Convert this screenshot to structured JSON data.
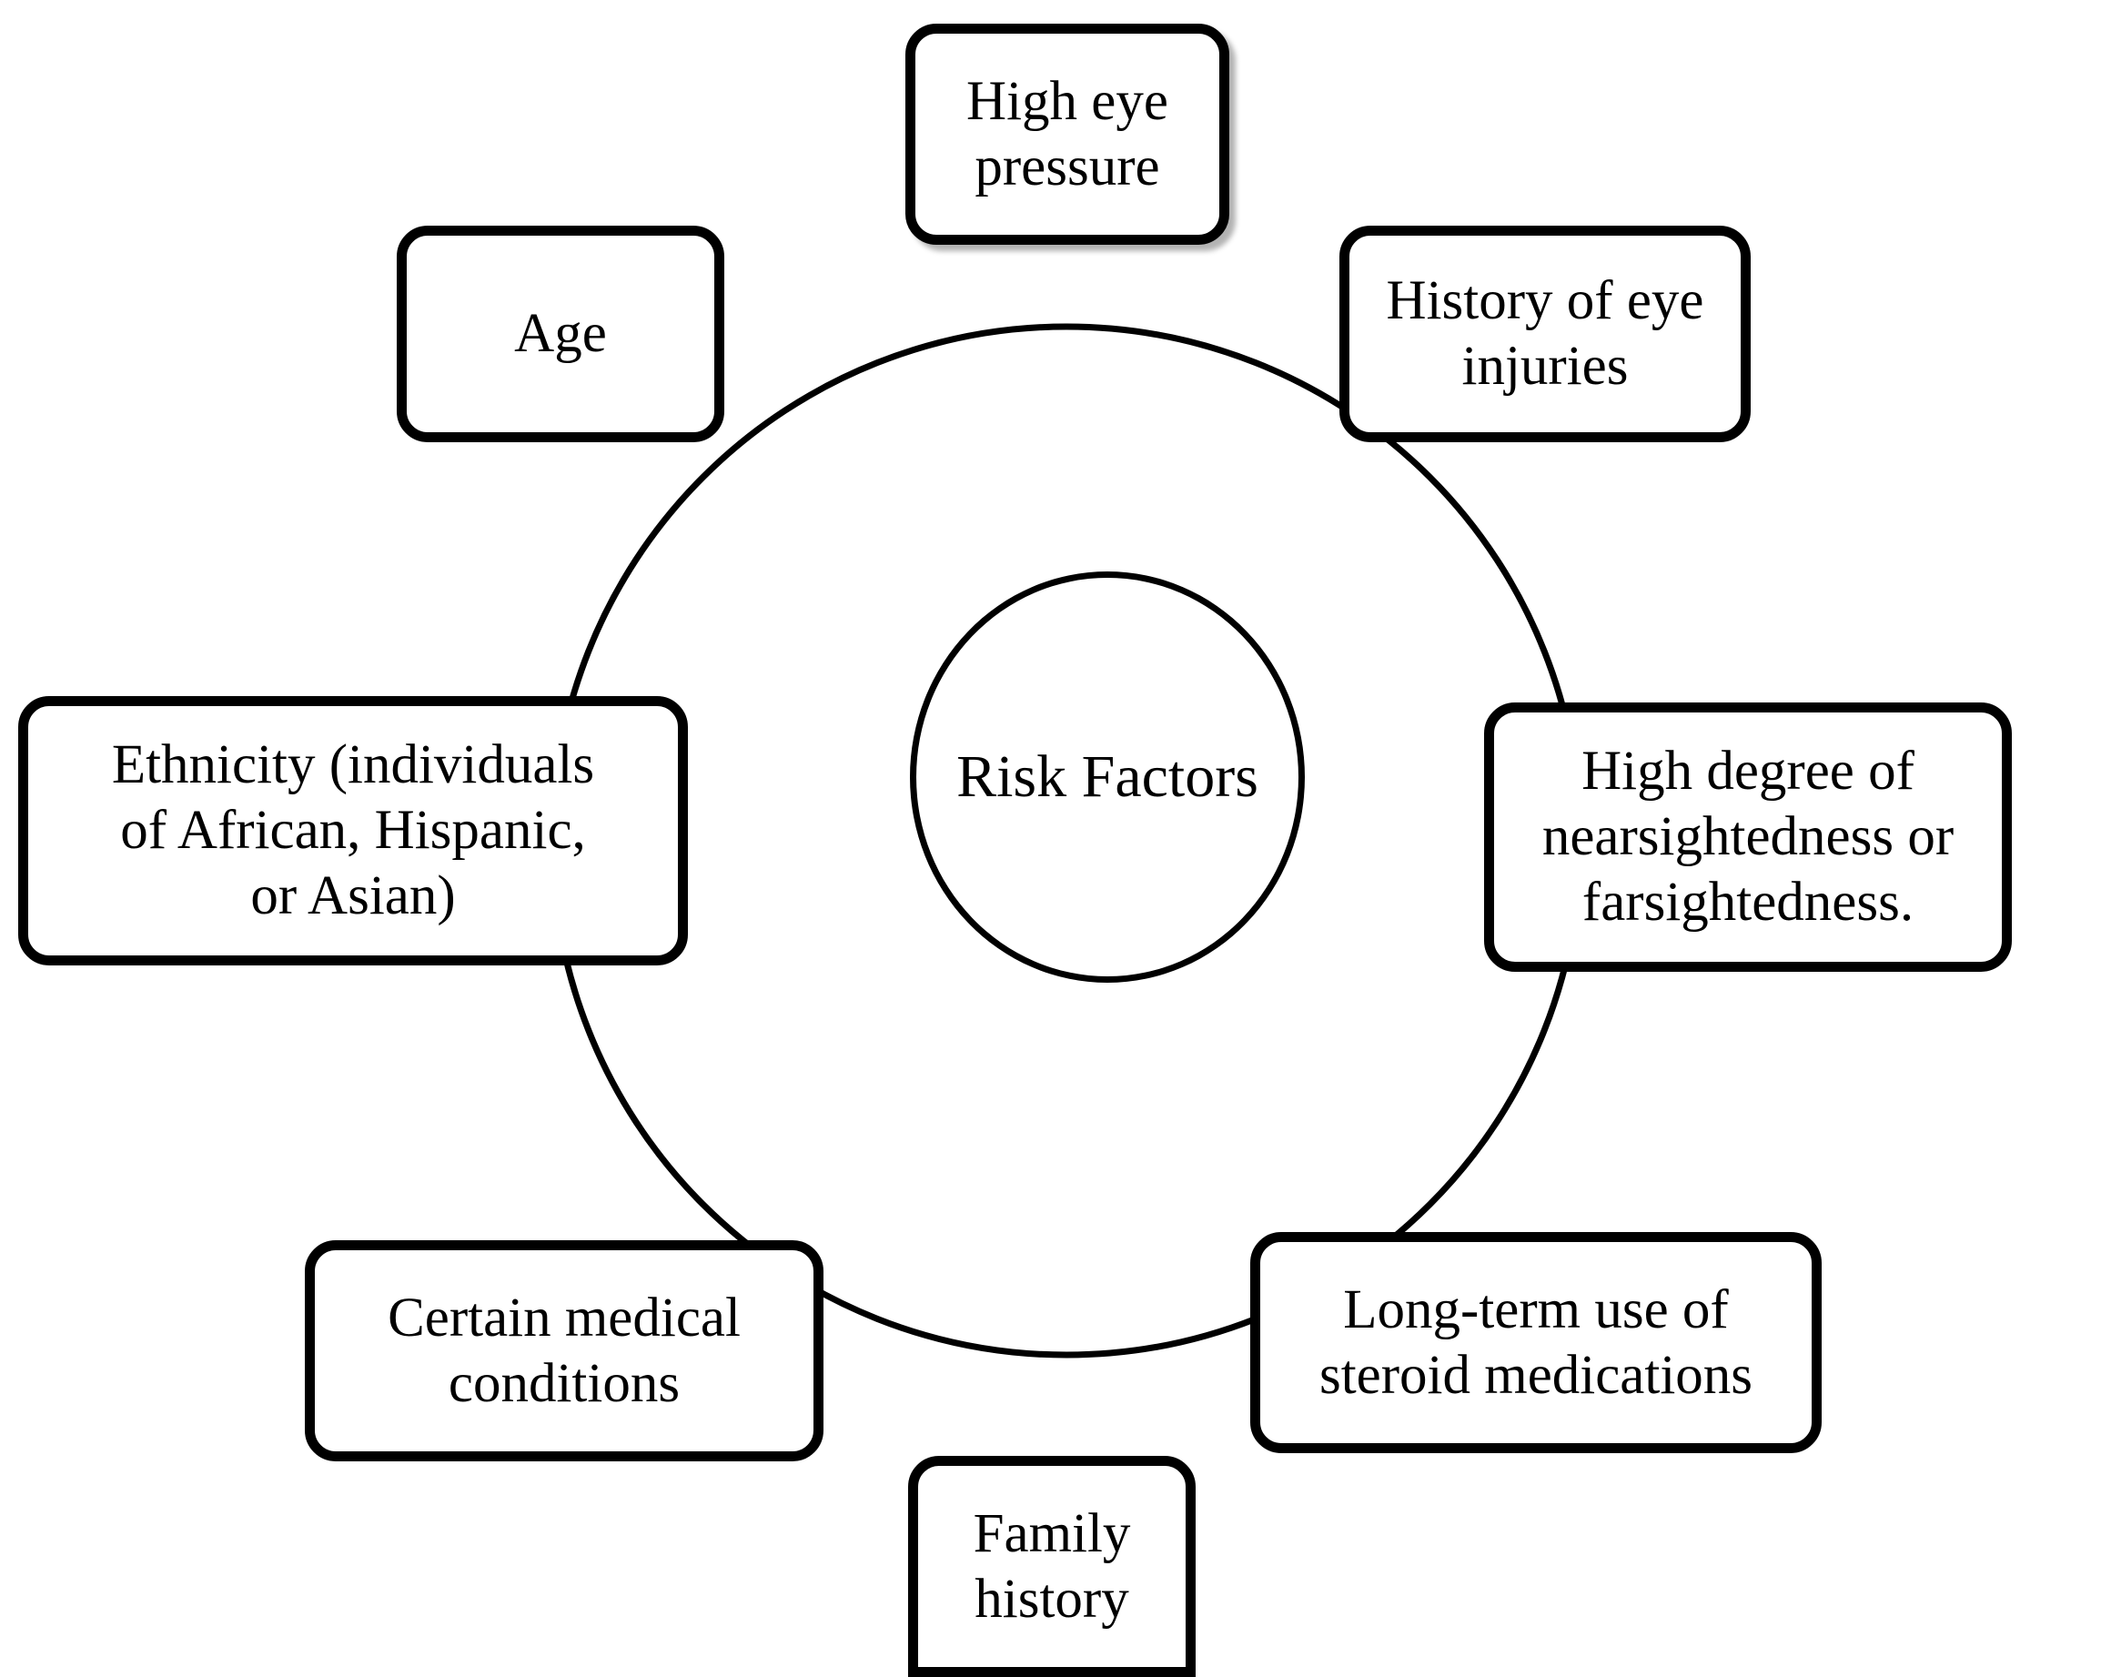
{
  "diagram": {
    "type": "hub-and-spoke-cycle",
    "title": "Risk Factors",
    "hub": {
      "name": "risk-factors-hub",
      "label": "Risk\nFactors",
      "shape": "ellipse"
    },
    "ring": {
      "shape": "circle",
      "stroke_color": "#000000",
      "description": "thin black circle connecting all risk factor nodes"
    },
    "colors": {
      "background": "#ffffff",
      "stroke": "#000000",
      "text": "#000000",
      "node_fill": "#ffffff"
    },
    "nodes": [
      {
        "id": "high-eye-pressure",
        "label": "High eye\npressure",
        "position": "top"
      },
      {
        "id": "history-eye-injuries",
        "label": "History of eye\ninjuries",
        "position": "top-right"
      },
      {
        "id": "high-degree",
        "label": "High degree of\nnearsightedness or\nfarsightedness.",
        "position": "right"
      },
      {
        "id": "long-term-steroids",
        "label": "Long-term use of\nsteroid medications",
        "position": "bottom-right"
      },
      {
        "id": "family-history",
        "label": "Family\nhistory",
        "position": "bottom"
      },
      {
        "id": "certain-medical",
        "label": "Certain medical\nconditions",
        "position": "bottom-left"
      },
      {
        "id": "ethnicity",
        "label": "Ethnicity (individuals\nof African, Hispanic,\nor Asian)",
        "position": "left"
      },
      {
        "id": "age",
        "label": "Age",
        "position": "top-left"
      }
    ]
  }
}
